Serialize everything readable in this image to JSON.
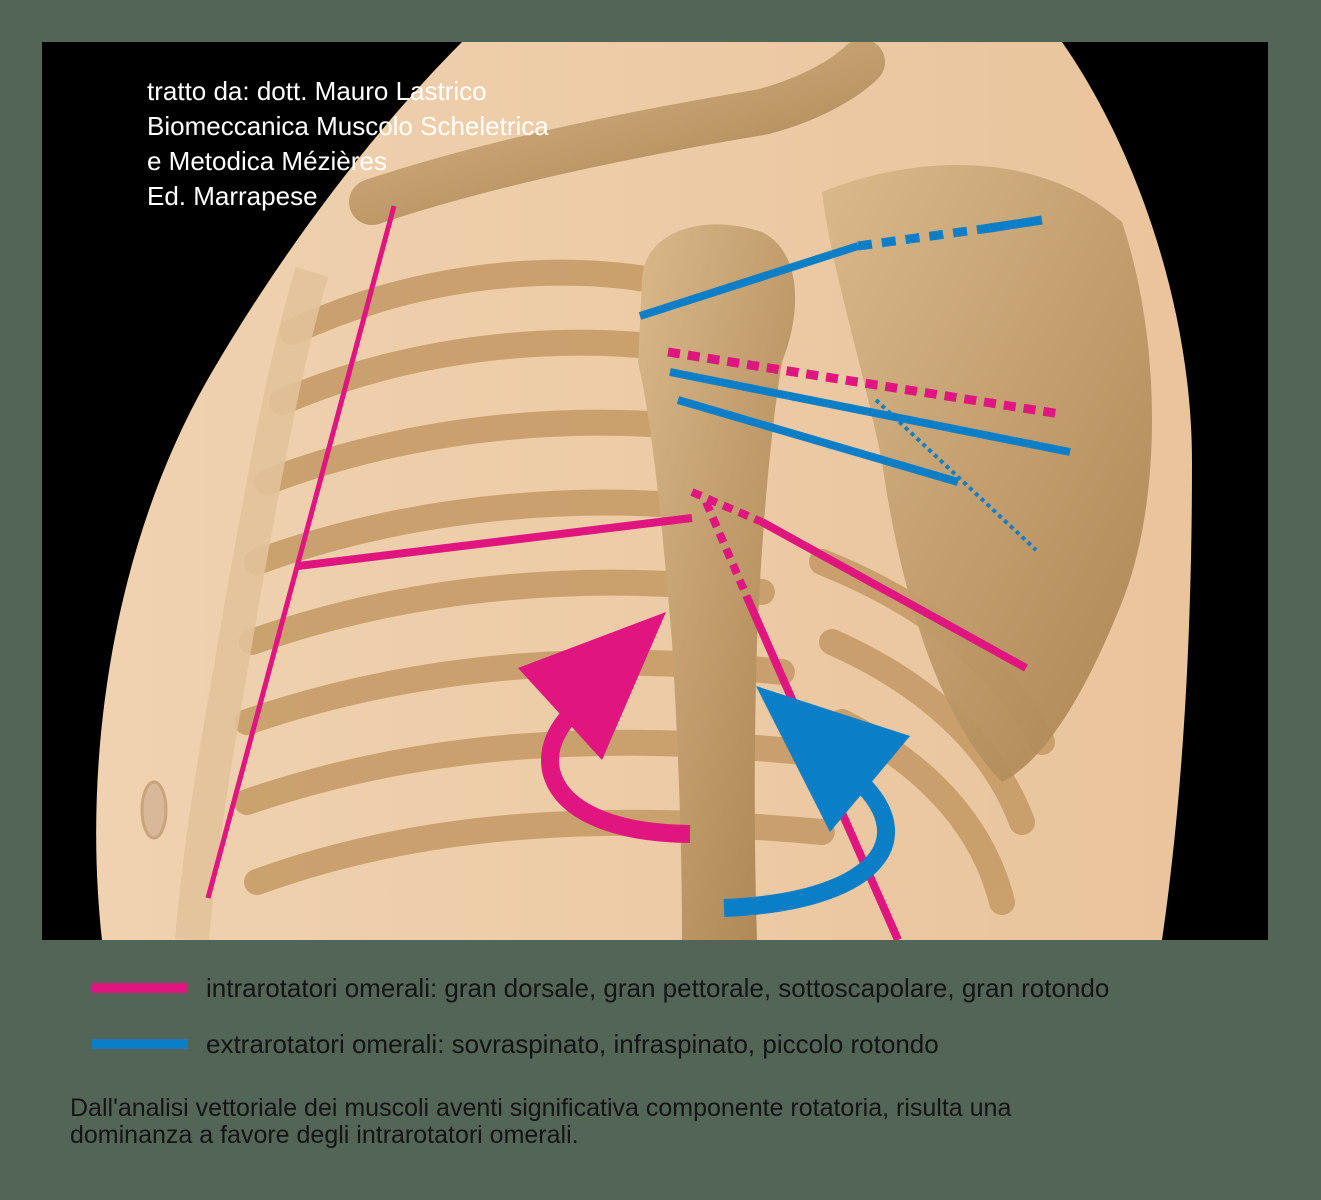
{
  "credit": {
    "line1": "tratto da: dott. Mauro Lastrico",
    "line2": "Biomeccanica Muscolo Scheletrica",
    "line3": "e Metodica Mézières",
    "line4": "Ed. Marrapese"
  },
  "colors": {
    "intrarotatori": "#e0157f",
    "extrarotatori": "#0a7ec6",
    "background": "#536557"
  },
  "legend": {
    "intrarotatori": "intrarotatori omerali: gran dorsale, gran pettorale, sottoscapolare, gran rotondo",
    "extrarotatori": "extrarotatori omerali: sovraspinato, infraspinato, piccolo rotondo"
  },
  "conclusion": {
    "line1": "Dall'analisi vettoriale dei muscoli aventi significativa componente rotatoria, risulta una",
    "line2": "dominanza a favore degli intrarotatori omerali."
  }
}
